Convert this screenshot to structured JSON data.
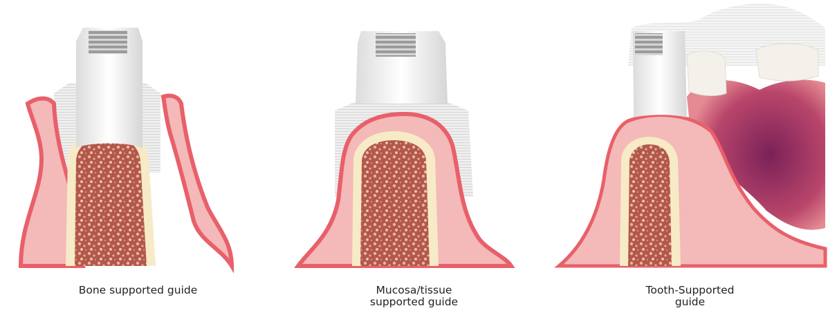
{
  "panels": [
    {
      "id": "bone",
      "caption_lines": [
        "Bone supported guide"
      ]
    },
    {
      "id": "mucosa",
      "caption_lines": [
        "Mucosa/tissue",
        "supported guide"
      ]
    },
    {
      "id": "tooth",
      "caption_lines": [
        "Tooth-Supported",
        "guide"
      ]
    }
  ],
  "colors": {
    "gum_edge": "#e8606a",
    "gum_fill": "#f4b9b9",
    "bone_cortex": "#f6ebc6",
    "bone_marrow": "#b3574d",
    "guide_sleeve": "#eeeeee",
    "guide_sleeve_stripes": "#cfcfcf",
    "metal_ring": "#a8a8a8",
    "tooth": "#f4f1ea",
    "palate_inner": "#8c2a5a"
  }
}
